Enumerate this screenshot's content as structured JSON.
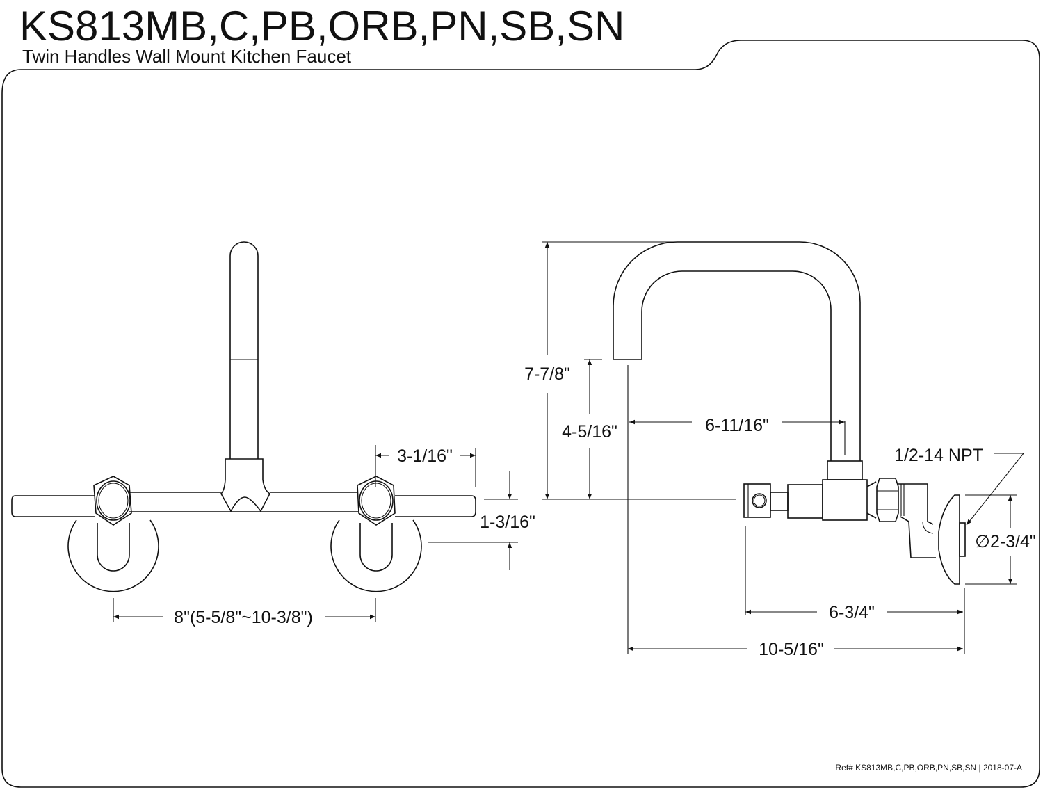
{
  "header": {
    "title": "KS813MB,C,PB,ORB,PN,SB,SN",
    "subtitle": "Twin Handles Wall Mount Kitchen Faucet"
  },
  "front_view": {
    "dim_handle_length": "3-1/16\"",
    "dim_handle_height": "1-3/16\"",
    "dim_centers": "8\"(5-5/8\"~10-3/8\")"
  },
  "side_view": {
    "dim_total_height": "7-7/8\"",
    "dim_spout_height": "4-5/16\"",
    "dim_spout_reach": "6-11/16\"",
    "thread_label": "1/2-14 NPT",
    "dim_flange_diameter": "∅2-3/4\"",
    "dim_body_depth": "6-3/4\"",
    "dim_total_depth": "10-5/16\""
  },
  "footer": {
    "reference": "Ref# KS813MB,C,PB,ORB,PN,SB,SN | 2018-07-A"
  }
}
